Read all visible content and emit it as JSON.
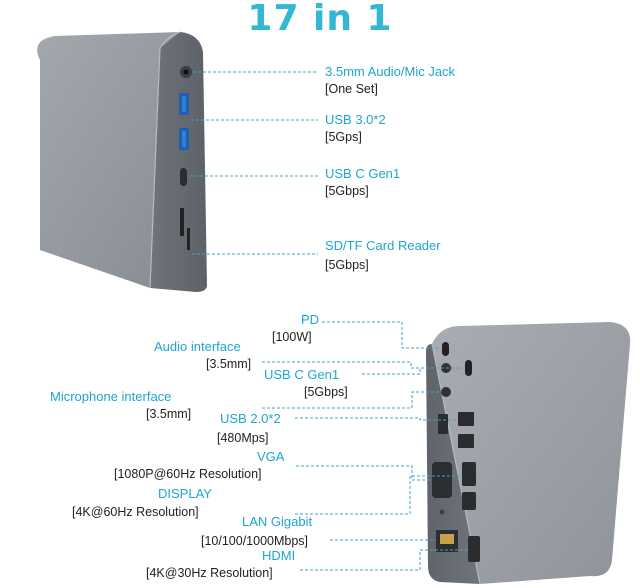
{
  "title": "17 in 1",
  "accent_color": "#32b7d4",
  "device_color": "#8d9299",
  "top_ports": [
    {
      "name": "3.5mm Audio/Mic Jack",
      "spec": "[One Set]"
    },
    {
      "name": "USB 3.0*2",
      "spec": "[5Gps]"
    },
    {
      "name": "USB C Gen1",
      "spec": "[5Gbps]"
    },
    {
      "name": "SD/TF Card Reader",
      "spec": "[5Gbps]"
    }
  ],
  "rear_ports": [
    {
      "name": "PD",
      "spec": "[100W]"
    },
    {
      "name": "Audio interface",
      "spec": "[3.5mm]"
    },
    {
      "name": "USB C Gen1",
      "spec": "[5Gbps]"
    },
    {
      "name": "Microphone interface",
      "spec": "[3.5mm]"
    },
    {
      "name": "USB 2.0*2",
      "spec": "[480Mps]"
    },
    {
      "name": "VGA",
      "spec": "[1080P@60Hz Resolution]"
    },
    {
      "name": "DISPLAY",
      "spec": "[4K@60Hz Resolution]"
    },
    {
      "name": "LAN Gigabit",
      "spec": "[10/100/1000Mbps]"
    },
    {
      "name": "HDMI",
      "spec": "[4K@30Hz Resolution]"
    }
  ]
}
